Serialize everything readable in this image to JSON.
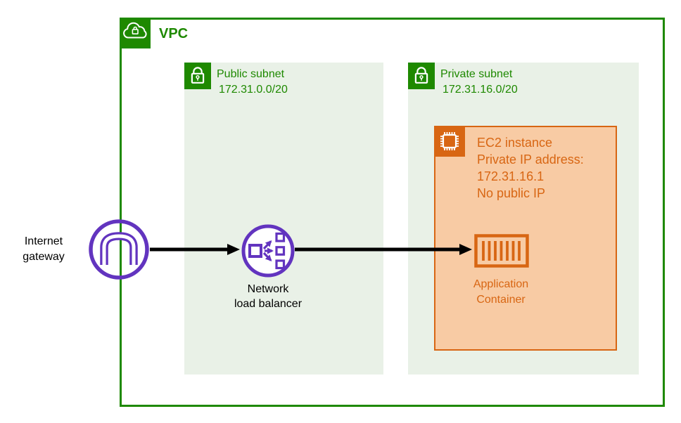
{
  "colors": {
    "green": "#1e8900",
    "green-light": "#e9f1e7",
    "orange": "#d86613",
    "orange-light": "#f8cba4",
    "purple": "#6234bf",
    "black": "#000000"
  },
  "vpc": {
    "label": "VPC"
  },
  "subnets": [
    {
      "label": "Public subnet",
      "cidr": "172.31.0.0/20"
    },
    {
      "label": "Private subnet",
      "cidr": "172.31.16.0/20"
    }
  ],
  "ec2": {
    "lines": [
      "EC2 instance",
      "Private IP address:",
      "172.31.16.1",
      "No public IP"
    ]
  },
  "internet_gateway": {
    "label_lines": [
      "Internet",
      "gateway"
    ]
  },
  "load_balancer": {
    "label_lines": [
      "Network",
      "load balancer"
    ]
  },
  "container": {
    "label_lines": [
      "Application",
      "Container"
    ]
  }
}
